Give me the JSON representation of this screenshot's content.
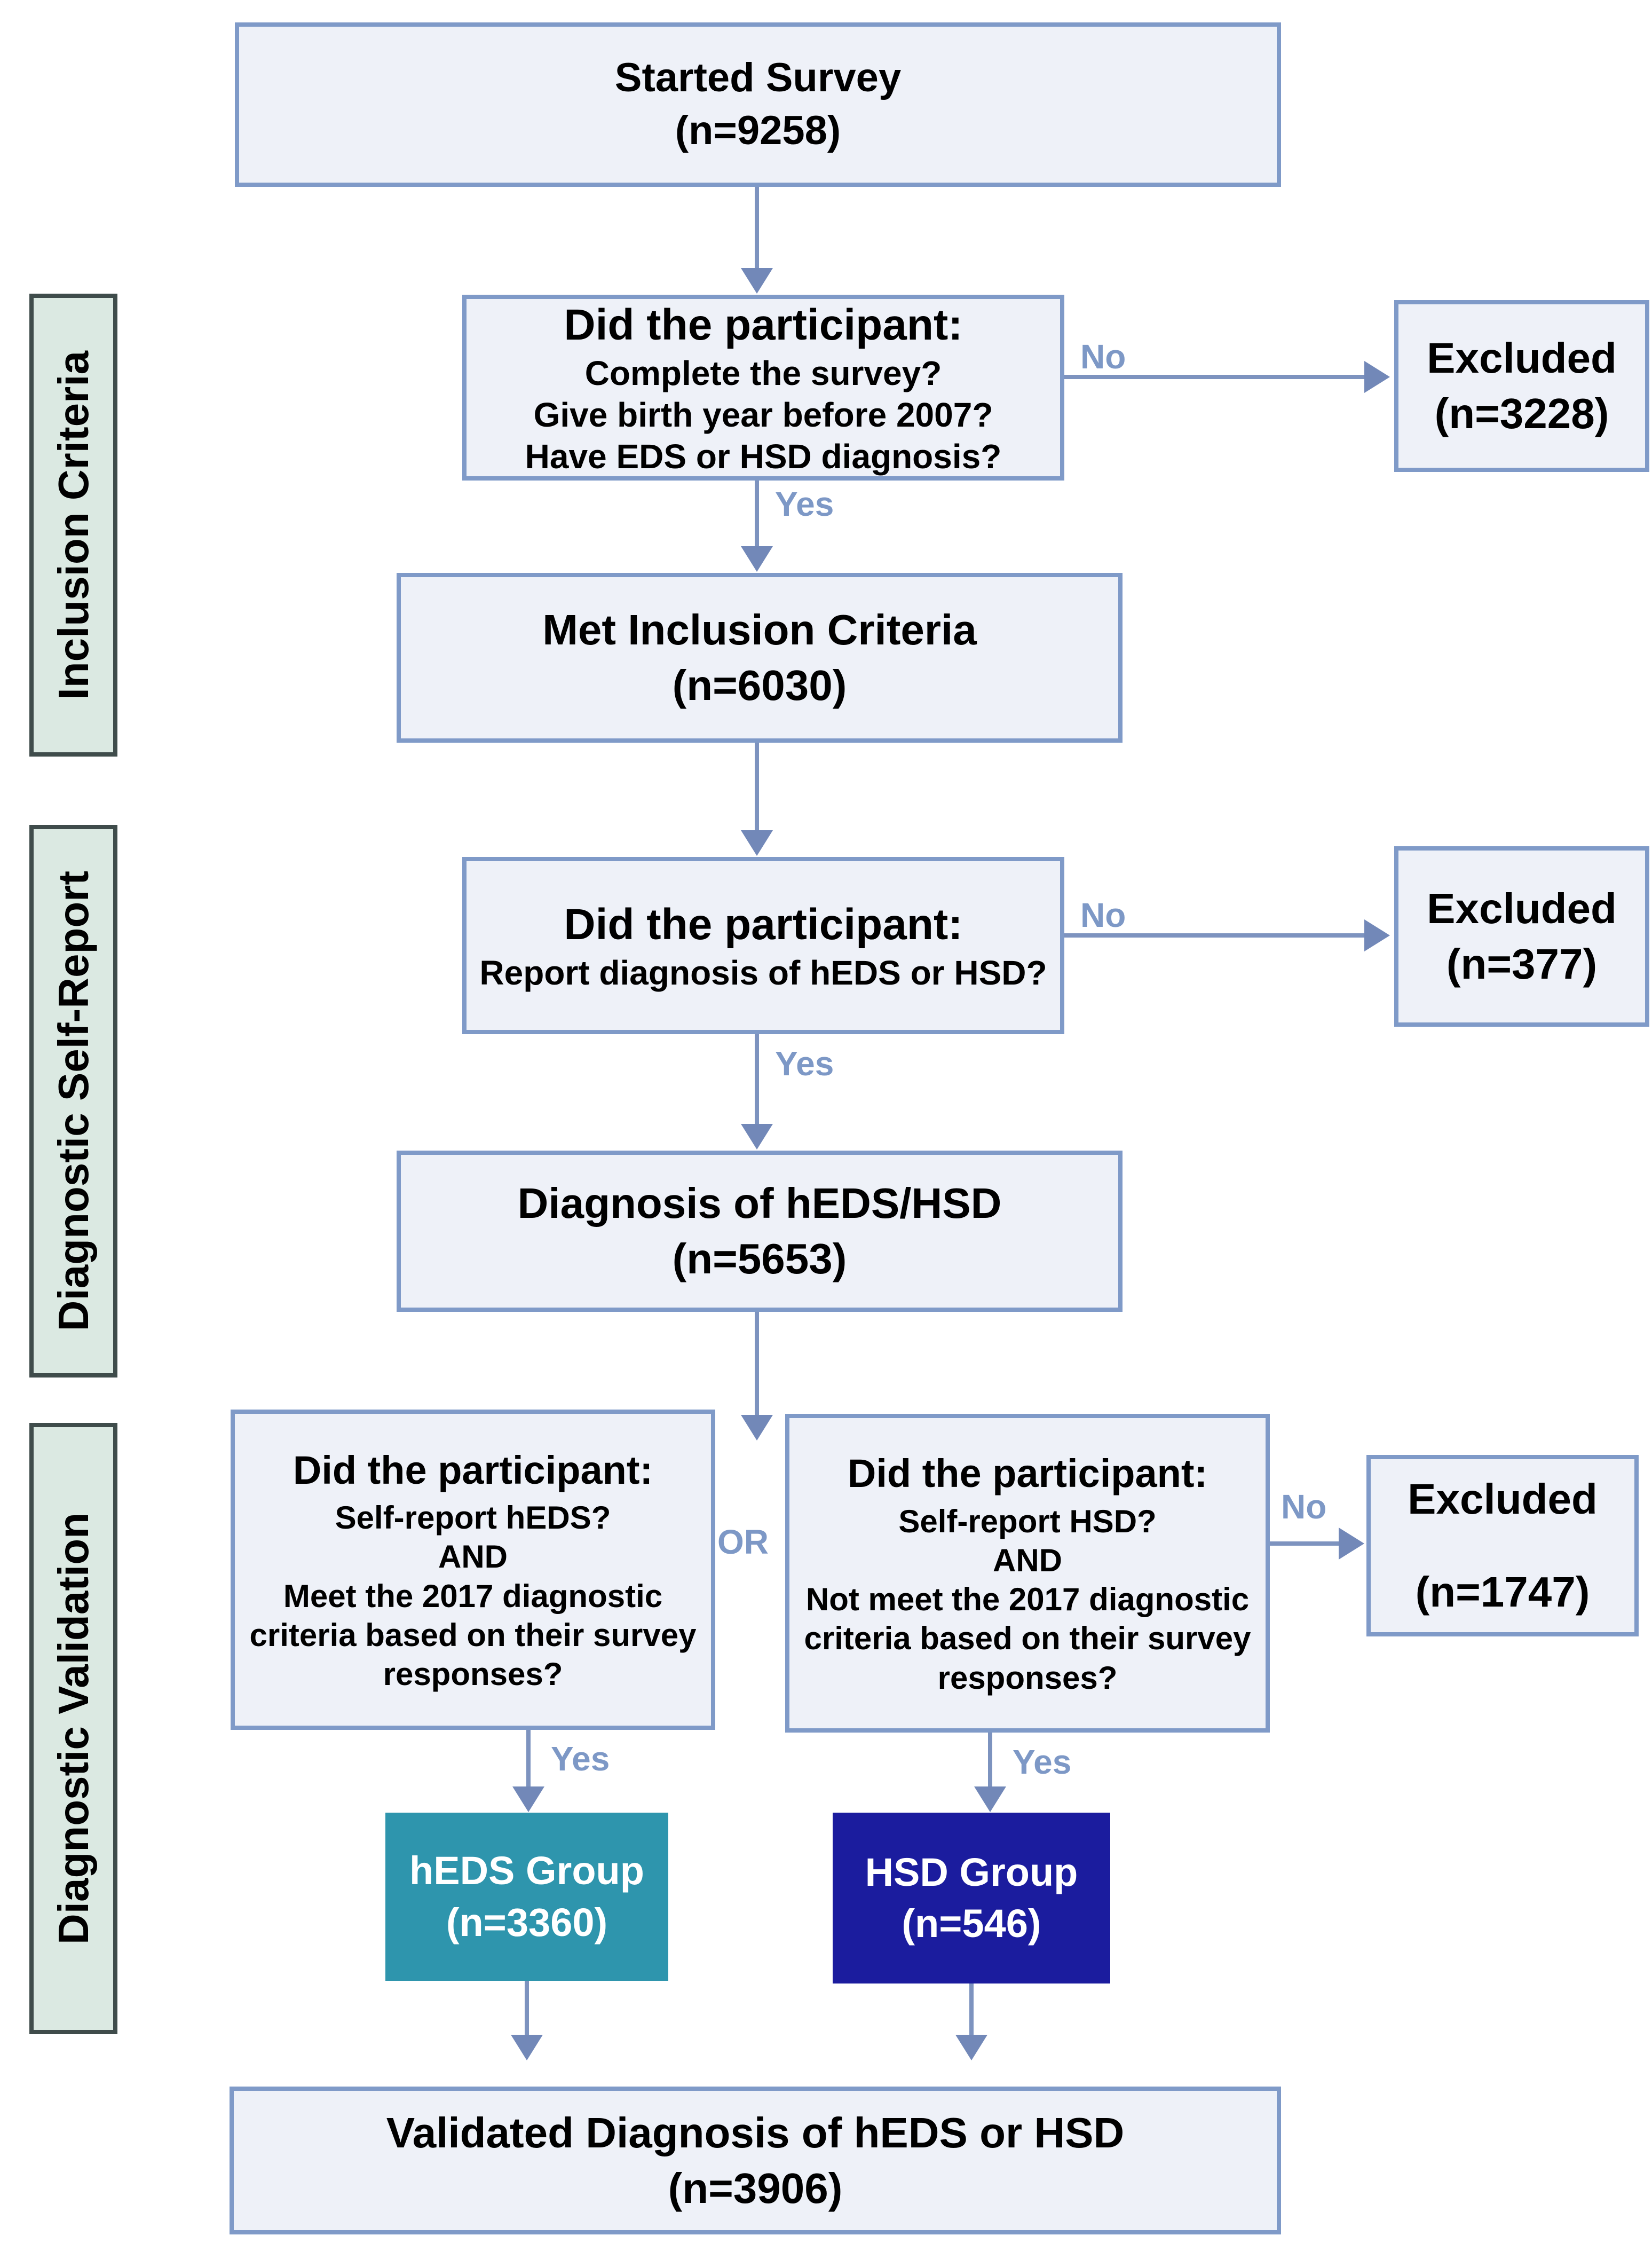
{
  "palette": {
    "box_fill": "#eef1f8",
    "box_border": "#7f9ac8",
    "arrow": "#7d93bf",
    "edge_label_color": "#7d98c6",
    "stage_fill": "#dbe9e2",
    "stage_border": "#3f4c4b",
    "heds_group_fill": "#2e95ad",
    "hsd_group_fill": "#1b1c9e",
    "group_text": "#ffffff",
    "text": "#000000"
  },
  "stages": {
    "inclusion": "Inclusion Criteria",
    "self_report": "Diagnostic Self-Report",
    "validation": "Diagnostic Validation"
  },
  "edge_labels": {
    "yes": "Yes",
    "no": "No",
    "or": "OR"
  },
  "nodes": {
    "start": {
      "title": "Started Survey",
      "n": "(n=9258)"
    },
    "decision1": {
      "heading": "Did the participant:",
      "q1": "Complete the survey?",
      "q2": "Give birth year before 2007?",
      "q3": "Have EDS or HSD diagnosis?"
    },
    "excluded1": {
      "title": "Excluded",
      "n": "(n=3228)"
    },
    "met_inclusion": {
      "title": "Met Inclusion Criteria",
      "n": "(n=6030)"
    },
    "decision2": {
      "heading": "Did the participant:",
      "q1": "Report diagnosis of hEDS or HSD?"
    },
    "excluded2": {
      "title": "Excluded",
      "n": "(n=377)"
    },
    "diagnosis": {
      "title": "Diagnosis of hEDS/HSD",
      "n": "(n=5653)"
    },
    "validation_heds": {
      "heading": "Did the participant:",
      "q1": "Self-report hEDS?",
      "q2": "AND",
      "q3": "Meet the 2017 diagnostic criteria based on their survey responses?"
    },
    "validation_hsd": {
      "heading": "Did the participant:",
      "q1": "Self-report HSD?",
      "q2": "AND",
      "q3": "Not meet the 2017 diagnostic criteria based on their survey responses?"
    },
    "excluded3": {
      "title": "Excluded",
      "n": "(n=1747)"
    },
    "heds_group": {
      "title": "hEDS Group",
      "n": "(n=3360)"
    },
    "hsd_group": {
      "title": "HSD Group",
      "n": "(n=546)"
    },
    "validated": {
      "title": "Validated Diagnosis of hEDS or HSD",
      "n": "(n=3906)"
    }
  }
}
